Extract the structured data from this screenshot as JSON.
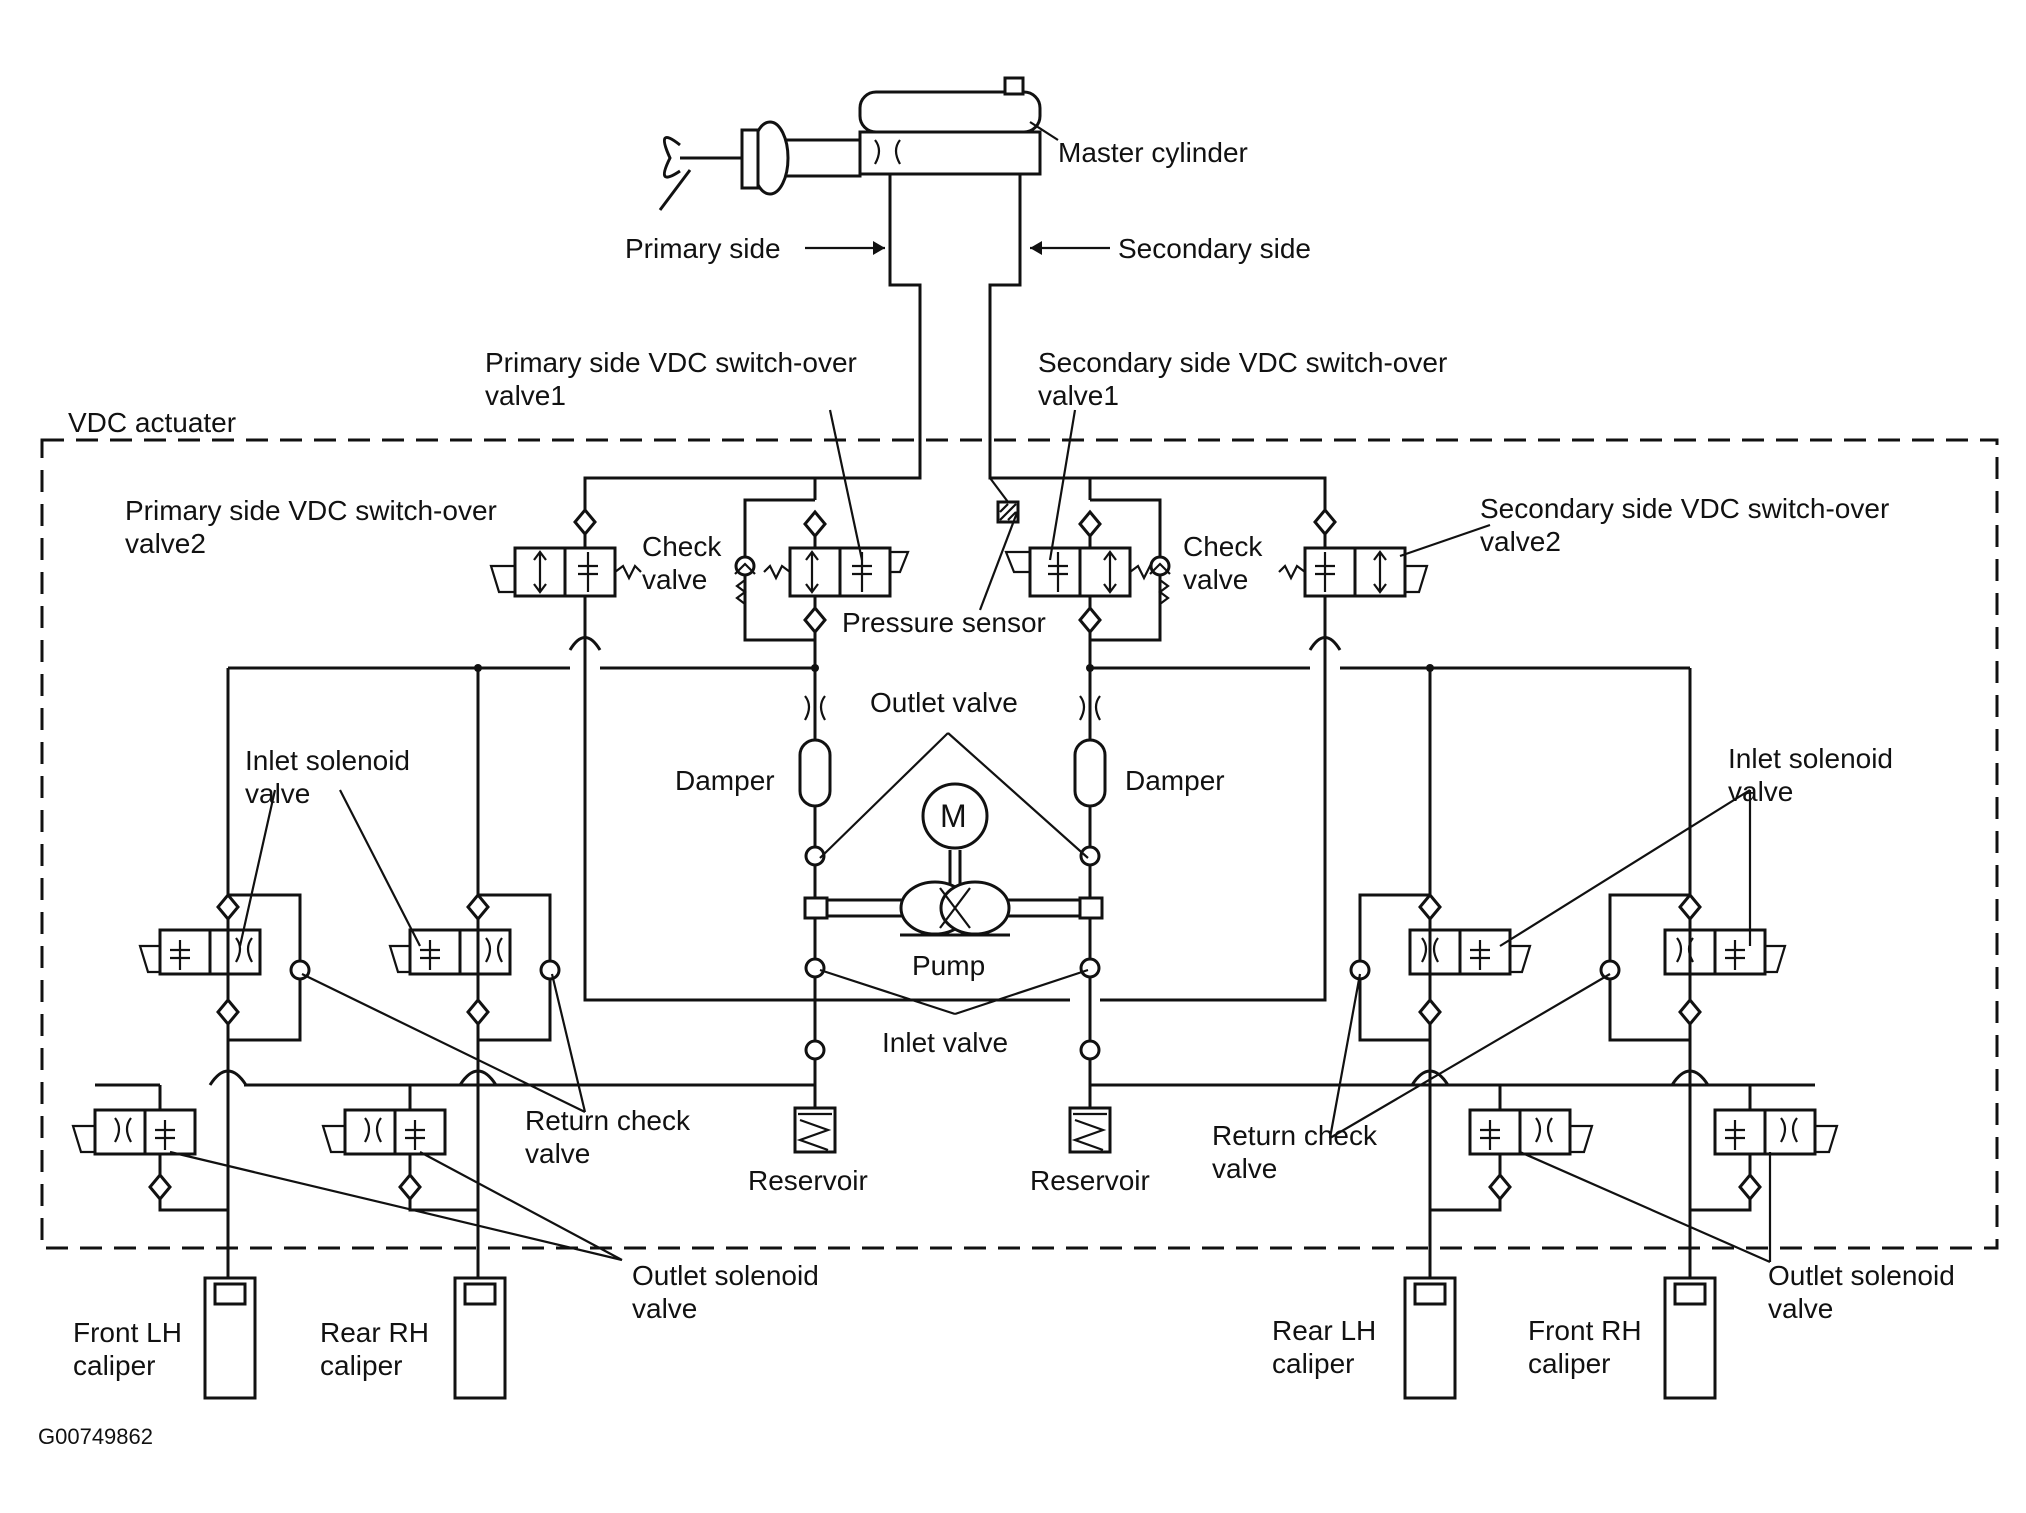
{
  "labels": {
    "master_cylinder": "Master cylinder",
    "primary_side": "Primary side",
    "secondary_side": "Secondary side",
    "vdc_actuator": "VDC actuater",
    "primary_switch_over_1_line1": "Primary side VDC switch-over",
    "primary_switch_over_1_line2": "valve1",
    "secondary_switch_over_1_line1": "Secondary side VDC switch-over",
    "secondary_switch_over_1_line2": "valve1",
    "primary_switch_over_2_line1": "Primary side VDC switch-over",
    "primary_switch_over_2_line2": "valve2",
    "secondary_switch_over_2_line1": "Secondary side VDC switch-over",
    "secondary_switch_over_2_line2": "valve2",
    "check_valve_line1": "Check",
    "check_valve_line2": "valve",
    "pressure_sensor": "Pressure sensor",
    "outlet_valve": "Outlet valve",
    "damper": "Damper",
    "motor": "M",
    "pump": "Pump",
    "inlet_valve": "Inlet valve",
    "inlet_solenoid_line1": "Inlet solenoid",
    "inlet_solenoid_line2": "valve",
    "return_check_line1": "Return check",
    "return_check_line2": "valve",
    "outlet_solenoid_line1": "Outlet solenoid",
    "outlet_solenoid_line2": "valve",
    "reservoir": "Reservoir",
    "front_lh_line1": "Front LH",
    "rear_rh_line1": "Rear RH",
    "rear_lh_line1": "Rear LH",
    "front_rh_line1": "Front RH",
    "caliper": "caliper",
    "figure_code": "G00749862"
  },
  "colors": {
    "line": "#111111",
    "background": "#ffffff"
  }
}
